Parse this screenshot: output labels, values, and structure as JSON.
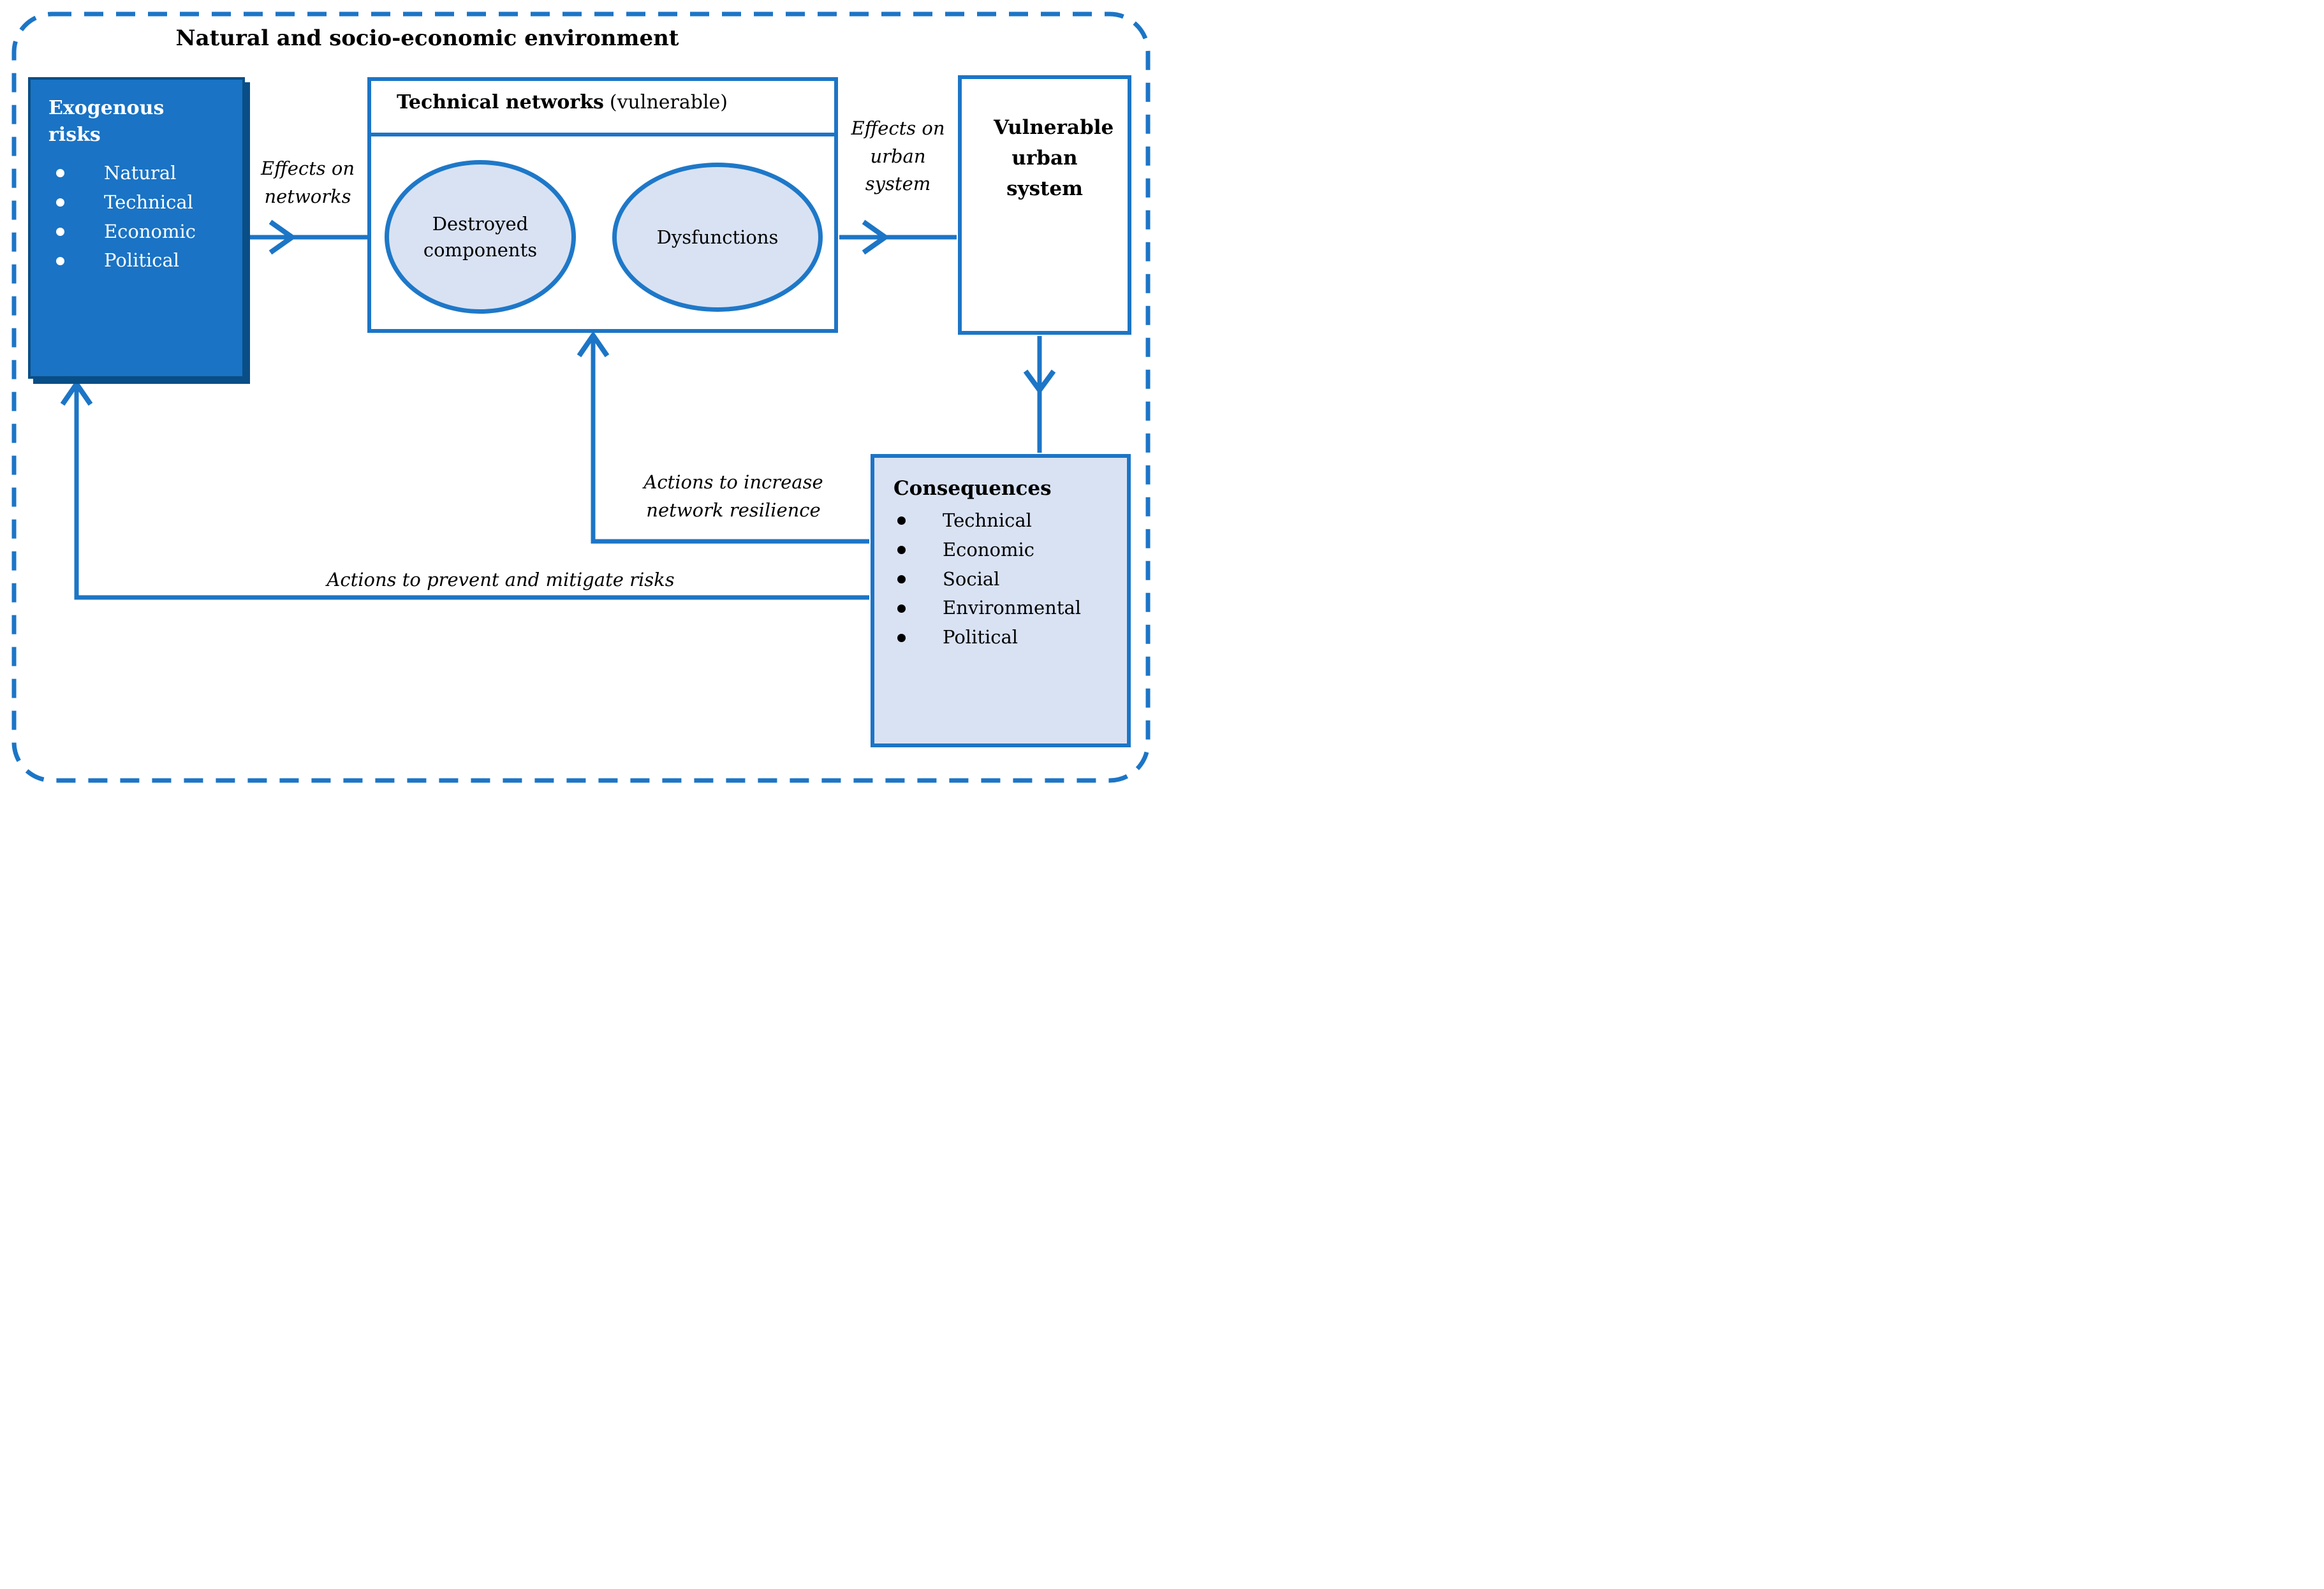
{
  "title": "Natural and socio-economic environment",
  "exogenous_risks": {
    "title": "Exogenous risks",
    "items": [
      "Natural",
      "Technical",
      "Economic",
      "Political"
    ]
  },
  "technical_networks": {
    "title": "Technical networks",
    "qualifier": "(vulnerable)",
    "destroyed_components": "Destroyed components",
    "dysfunctions": "Dysfunctions"
  },
  "vulnerable_urban_system": {
    "title": "Vulnerable urban system"
  },
  "consequences": {
    "title": "Consequences",
    "items": [
      "Technical",
      "Economic",
      "Social",
      "Environmental",
      "Political"
    ]
  },
  "arrow_labels": {
    "effects_on_networks": "Effects on networks",
    "effects_on_urban_system": "Effects on urban system",
    "increase_resilience": "Actions to increase network resilience",
    "prevent_mitigate": "Actions to prevent and mitigate risks"
  },
  "colors": {
    "line_blue": "#1C75C6",
    "dark_navy": "#0A4E86",
    "risk_box_fill": "#1A73C4",
    "light_blue_fill": "#D9E2F3",
    "background": "#FFFFFF",
    "text_dark": "#000000",
    "text_light": "#FFFFFF"
  }
}
